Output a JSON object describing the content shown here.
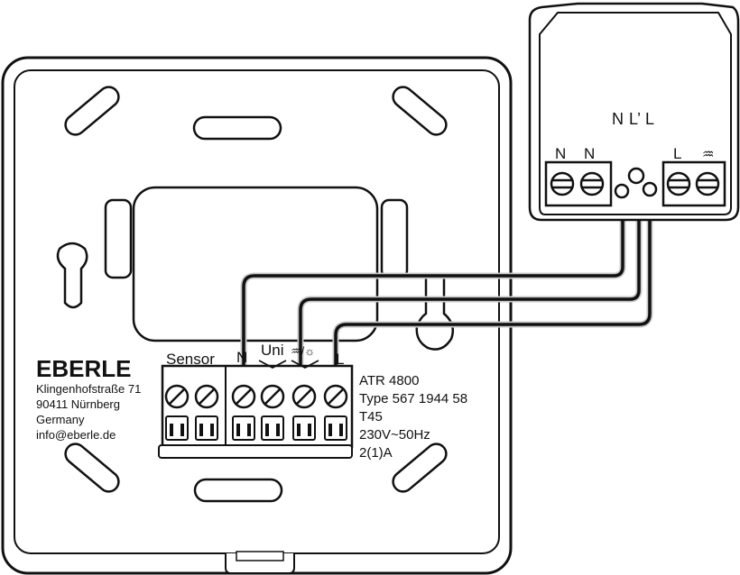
{
  "brand": {
    "name": "EBERLE",
    "address": [
      "Klingenhofstraße 71",
      "90411 Nürnberg",
      "Germany",
      "info@eberle.de"
    ]
  },
  "device": {
    "terminal_header_sensor": "Sensor",
    "terminal_labels": {
      "n": "N",
      "uni": "Uni",
      "heat_sym": "♒/☼",
      "l": "L"
    },
    "specs": [
      "ATR 4800",
      "Type 567 1944 58",
      "T45",
      "230V~50Hz",
      "2(1)A"
    ]
  },
  "relay_box": {
    "top_labels": {
      "n": "N",
      "l_prime": "L’",
      "l": "L"
    },
    "terminal_labels": {
      "n1": "N",
      "n2": "N",
      "l": "L",
      "heat": "♒"
    }
  }
}
